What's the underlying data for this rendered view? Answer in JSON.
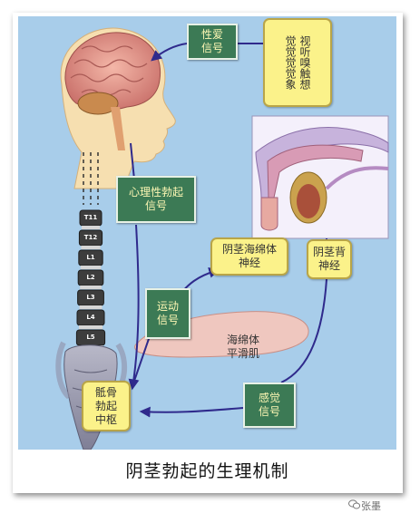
{
  "caption": "阴茎勃起的生理机制",
  "watermark": "张墨",
  "boxes": {
    "sexual_signal": "性爱\n信号",
    "senses": [
      "视听嗅触想",
      "觉觉觉觉象"
    ],
    "psychogenic_signal": "心理性勃起\n信号",
    "cavernous_nerve": "阴茎海绵体\n神经",
    "dorsal_nerve": "阴茎背\n神经",
    "motor_signal": "运动\n信号",
    "sensory_signal": "感觉\n信号",
    "sacral_center": "骶骨\n勃起\n中枢"
  },
  "muscle_label": "海绵体\n平滑肌",
  "vertebrae": [
    "T11",
    "T12",
    "L1",
    "L2",
    "L3",
    "L4",
    "L5"
  ],
  "colors": {
    "panel": "#a8cdea",
    "green_box": "#3c7a55",
    "yellow_box": "#fbf28a",
    "arrow": "#2f2a8c"
  }
}
